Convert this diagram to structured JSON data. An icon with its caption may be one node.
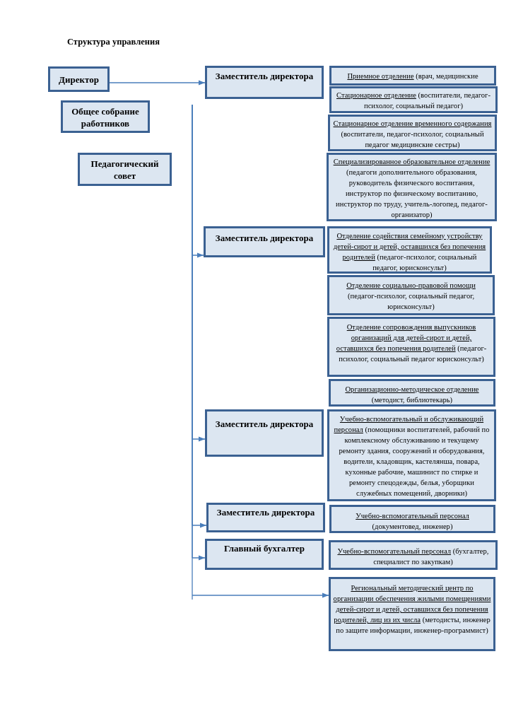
{
  "diagram": {
    "title": "Структура управления",
    "nodes": [
      {
        "text": [
          "Директор"
        ]
      },
      {
        "text": [
          "Общее собрание работников"
        ]
      },
      {
        "text": [
          "Педагогический совет"
        ]
      },
      {
        "text": [
          "Заместитель директора"
        ]
      },
      {
        "text": [
          "Приемное отделение",
          "(врач, медицинские"
        ]
      },
      {
        "text": [
          "Стационарное отделение",
          "(воспитатели, педагог-психолог, социальный педагог)"
        ]
      },
      {
        "text": [
          "Стационарное отделение временного содержания",
          "(воспитатели, педагог-психолог, социальный педагог медицинские сестры)"
        ]
      },
      {
        "text": [
          "Специализированное образовательное отделение",
          "(педагоги дополнительного образования, руководитель физического воспитания, инструктор по физическому воспитанию, инструктор по труду, учитель-логопед, педагог-организатор)"
        ]
      },
      {
        "text": [
          "Заместитель директора"
        ]
      },
      {
        "text": [
          "Отделение содействия семейному устройству детей-сирот и детей, оставшихся без попечения родителей",
          "(педагог-психолог, социальный педагог, юрисконсульт)"
        ]
      },
      {
        "text": [
          "Отделение социально-правовой помощи",
          "(педагог-психолог, социальный педагог, юрисконсульт)"
        ]
      },
      {
        "text": [
          "Отделение сопровождения выпускников организаций для детей-сирот и детей, оставшихся без попечения родителей",
          "(педагог-психолог, социальный педагог юрисконсульт)"
        ]
      },
      {
        "text": [
          "Организационно-методическое отделение",
          "(методист, библиотекарь)"
        ]
      },
      {
        "text": [
          "Заместитель директора"
        ]
      },
      {
        "text": [
          "Учебно-вспомогательный и обслуживающий персонал",
          "(помощники воспитателей, рабочий по комплексному обслуживанию и текущему ремонту здания, сооружений и оборудования, водители, кладовщик, кастелянша, повара, кухонные рабочие, машинист по стирке и ремонту спецодежды, белья, уборщики служебных помещений, дворники)"
        ]
      },
      {
        "text": [
          "Заместитель директора"
        ]
      },
      {
        "text": [
          "Учебно-вспомогательный персонал",
          "(документовед, инженер)"
        ]
      },
      {
        "text": [
          "Главный бухгалтер"
        ]
      },
      {
        "text": [
          "Учебно-вспомогательный персонал",
          "(бухгалтер, специалист по закупкам)"
        ]
      },
      {
        "text": [
          "Региональный методический центр по организации обеспечения жилыми помещениями детей-сирот и детей, оставшихся без попечения родителей, лиц из их числа",
          "(методисты, инженер по защите информации, инженер-программист)"
        ]
      }
    ],
    "edges": [
      {
        "from": 0,
        "to": 3,
        "arrow": "to"
      },
      {
        "from": null,
        "to": 8,
        "arrow": "to"
      },
      {
        "from": null,
        "to": 13,
        "arrow": "to"
      },
      {
        "from": null,
        "to": 15,
        "arrow": "to"
      },
      {
        "from": null,
        "to": 17,
        "arrow": "to"
      },
      {
        "from": null,
        "to": 19,
        "arrow": "to"
      }
    ]
  }
}
